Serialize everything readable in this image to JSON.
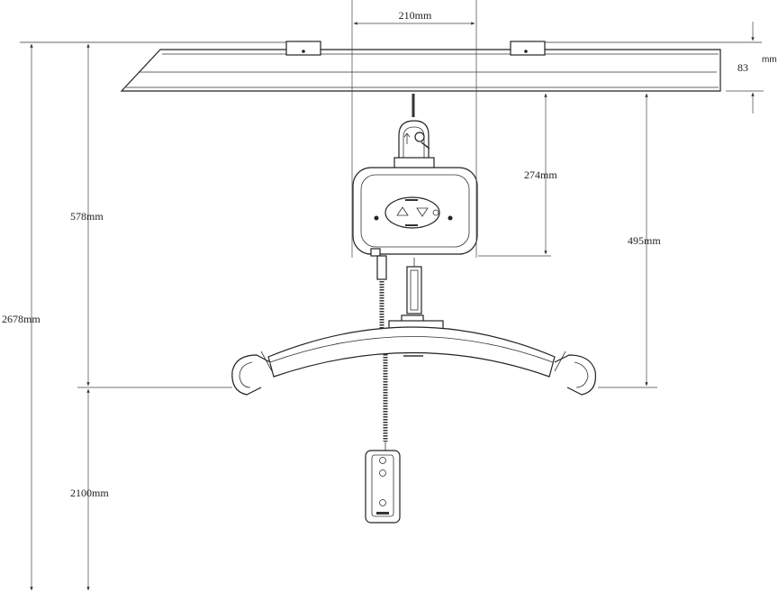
{
  "dimensions": {
    "rail_span": "210mm",
    "rail_height_value": "83",
    "rail_height_unit": "mm",
    "motor_drop": "274mm",
    "bar_drop": "495mm",
    "top_to_bar": "578mm",
    "total_height": "2678mm",
    "bar_to_floor": "2100mm"
  }
}
